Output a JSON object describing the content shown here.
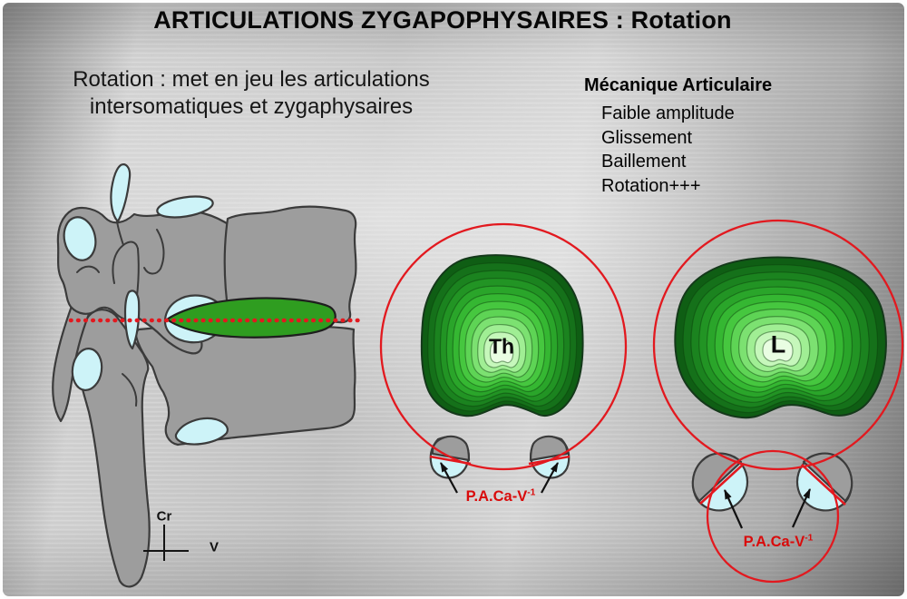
{
  "slide": {
    "title": "ARTICULATIONS ZYGAPOPHYSAIRES : Rotation",
    "intro_line1": "Rotation :  met en jeu les articulations",
    "intro_line2": "intersomatiques et zygaphysaires",
    "mechanics": {
      "heading": "Mécanique Articulaire",
      "items": [
        "Faible amplitude",
        "Glissement",
        "Baillement",
        "Rotation+++"
      ]
    },
    "sections": {
      "thoracic_label": "Th",
      "lumbar_label": "L",
      "joint_label_base": "P.A.Ca-V",
      "joint_label_sup": "-1"
    },
    "axis": {
      "cranial": "Cr",
      "ventral": "V"
    }
  },
  "colors": {
    "accent_red": "#e2191f",
    "label_red": "#d90b0b",
    "disc_green": "#2f9d20",
    "facet_cyan": "#cdf3f8",
    "bone_gray": "#9d9d9d",
    "outline_dark": "#3b3b3b",
    "contour_greens": [
      "#0f5e14",
      "#15711a",
      "#1b831f",
      "#229424",
      "#2aa52a",
      "#35b732",
      "#46c73f",
      "#5ed455",
      "#7ce171",
      "#a0ee94",
      "#c6f7bb",
      "#e9fde2"
    ]
  }
}
